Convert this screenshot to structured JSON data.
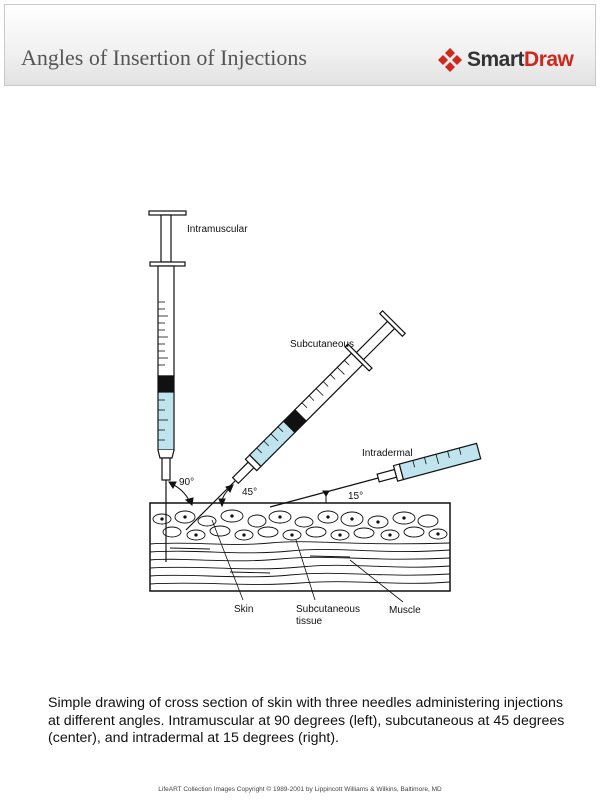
{
  "header": {
    "title": "Angles of Insertion of Injections",
    "logo_smart": "Smart",
    "logo_draw": "Draw",
    "logo_icon": "diamond-cluster-icon",
    "accent_color": "#d0271d"
  },
  "diagram": {
    "labels": {
      "intramuscular": "Intramuscular",
      "subcutaneous": "Subcutaneous",
      "intradermal": "Intradermal",
      "angle_90": "90°",
      "angle_45": "45°",
      "angle_15": "15°",
      "skin": "Skin",
      "subcutaneous_tissue_line1": "Subcutaneous",
      "subcutaneous_tissue_line2": "tissue",
      "muscle": "Muscle"
    },
    "fluid_color": "#bfe4ee"
  },
  "caption": "Simple drawing of cross section of skin with three needles administering injections at different angles.  Intramuscular at 90 degrees (left), subcutaneous at 45 degrees (center),  and intradermal at 15 degrees (right).",
  "copyright": "LifeART Collection Images Copyright © 1989-2001 by Lippincott Williams & Wilkins, Baltimore, MD"
}
